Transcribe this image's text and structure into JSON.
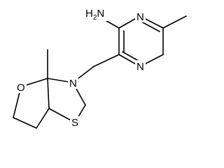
{
  "molecule": {
    "atoms": {
      "amine": {
        "element": "H",
        "count": "2",
        "tail": "N"
      },
      "ring_n_top": "N",
      "ring_n_bottom": "N",
      "ring_n_thiazolidine": "N",
      "ring_o": "O",
      "ring_s": "S"
    }
  },
  "colors": {
    "bond": "#000000",
    "label": "#000000",
    "background": "#ffffff"
  }
}
